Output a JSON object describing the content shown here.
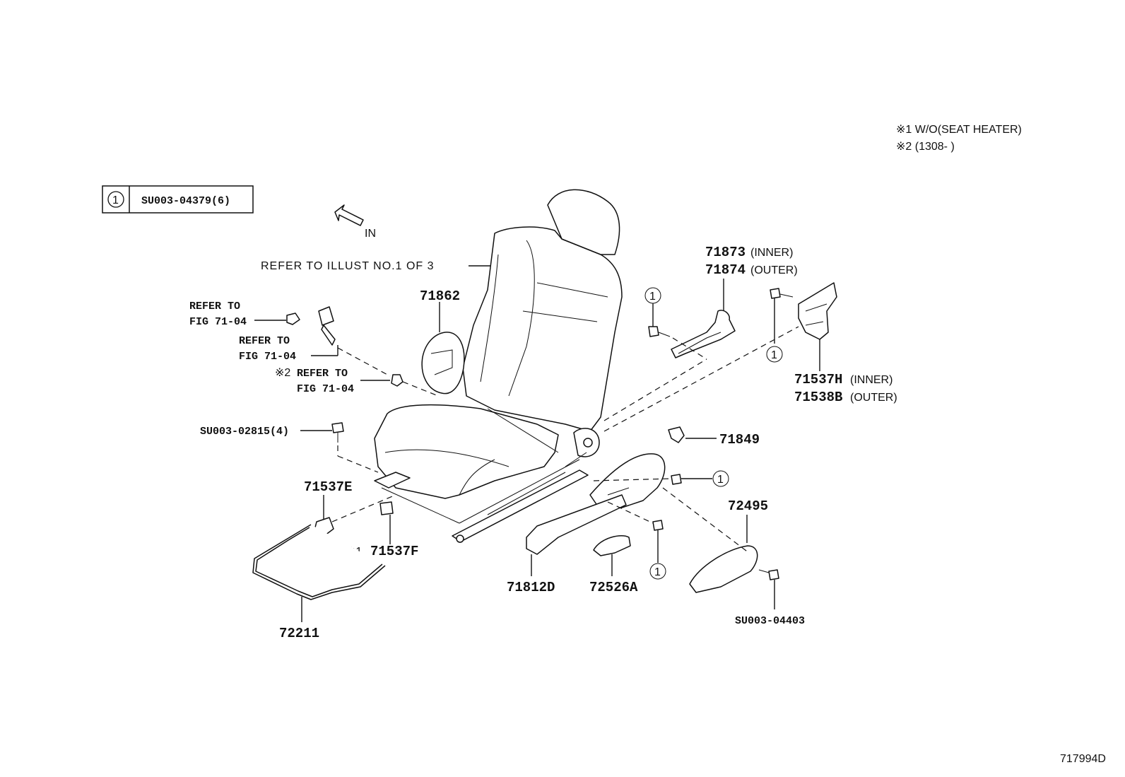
{
  "notes": {
    "note1": "※1 W/O(SEAT HEATER)",
    "note2": "※2 (1308-      )"
  },
  "legend": {
    "circle_num": "1",
    "part": "SU003-04379(6)"
  },
  "direction": "IN",
  "refer_illust": "REFER TO ILLUST NO.1 OF 3",
  "refs": {
    "r1a": "REFER TO",
    "r1b": "FIG 71-04",
    "r2a": "REFER TO",
    "r2b": "FIG 71-04",
    "r3mark": "※2",
    "r3a": "REFER TO",
    "r3b": "FIG 71-04"
  },
  "parts": {
    "p71862": "71862",
    "p71873": "71873",
    "p71873_note": "(INNER)",
    "p71874": "71874",
    "p71874_note": "(OUTER)",
    "p71537H": "71537H",
    "p71537H_note": "(INNER)",
    "p71538B": "71538B",
    "p71538B_note": "(OUTER)",
    "p71849": "71849",
    "p72495": "72495",
    "pSU02815": "SU003-02815(4)",
    "p71537E": "71537E",
    "p71537F_mark": "※1",
    "p71537F": "71537F",
    "p72211": "72211",
    "p71812D": "71812D",
    "p72526A": "72526A",
    "pSU04403": "SU003-04403"
  },
  "circle_callout": "1",
  "figure_id": "717994D"
}
